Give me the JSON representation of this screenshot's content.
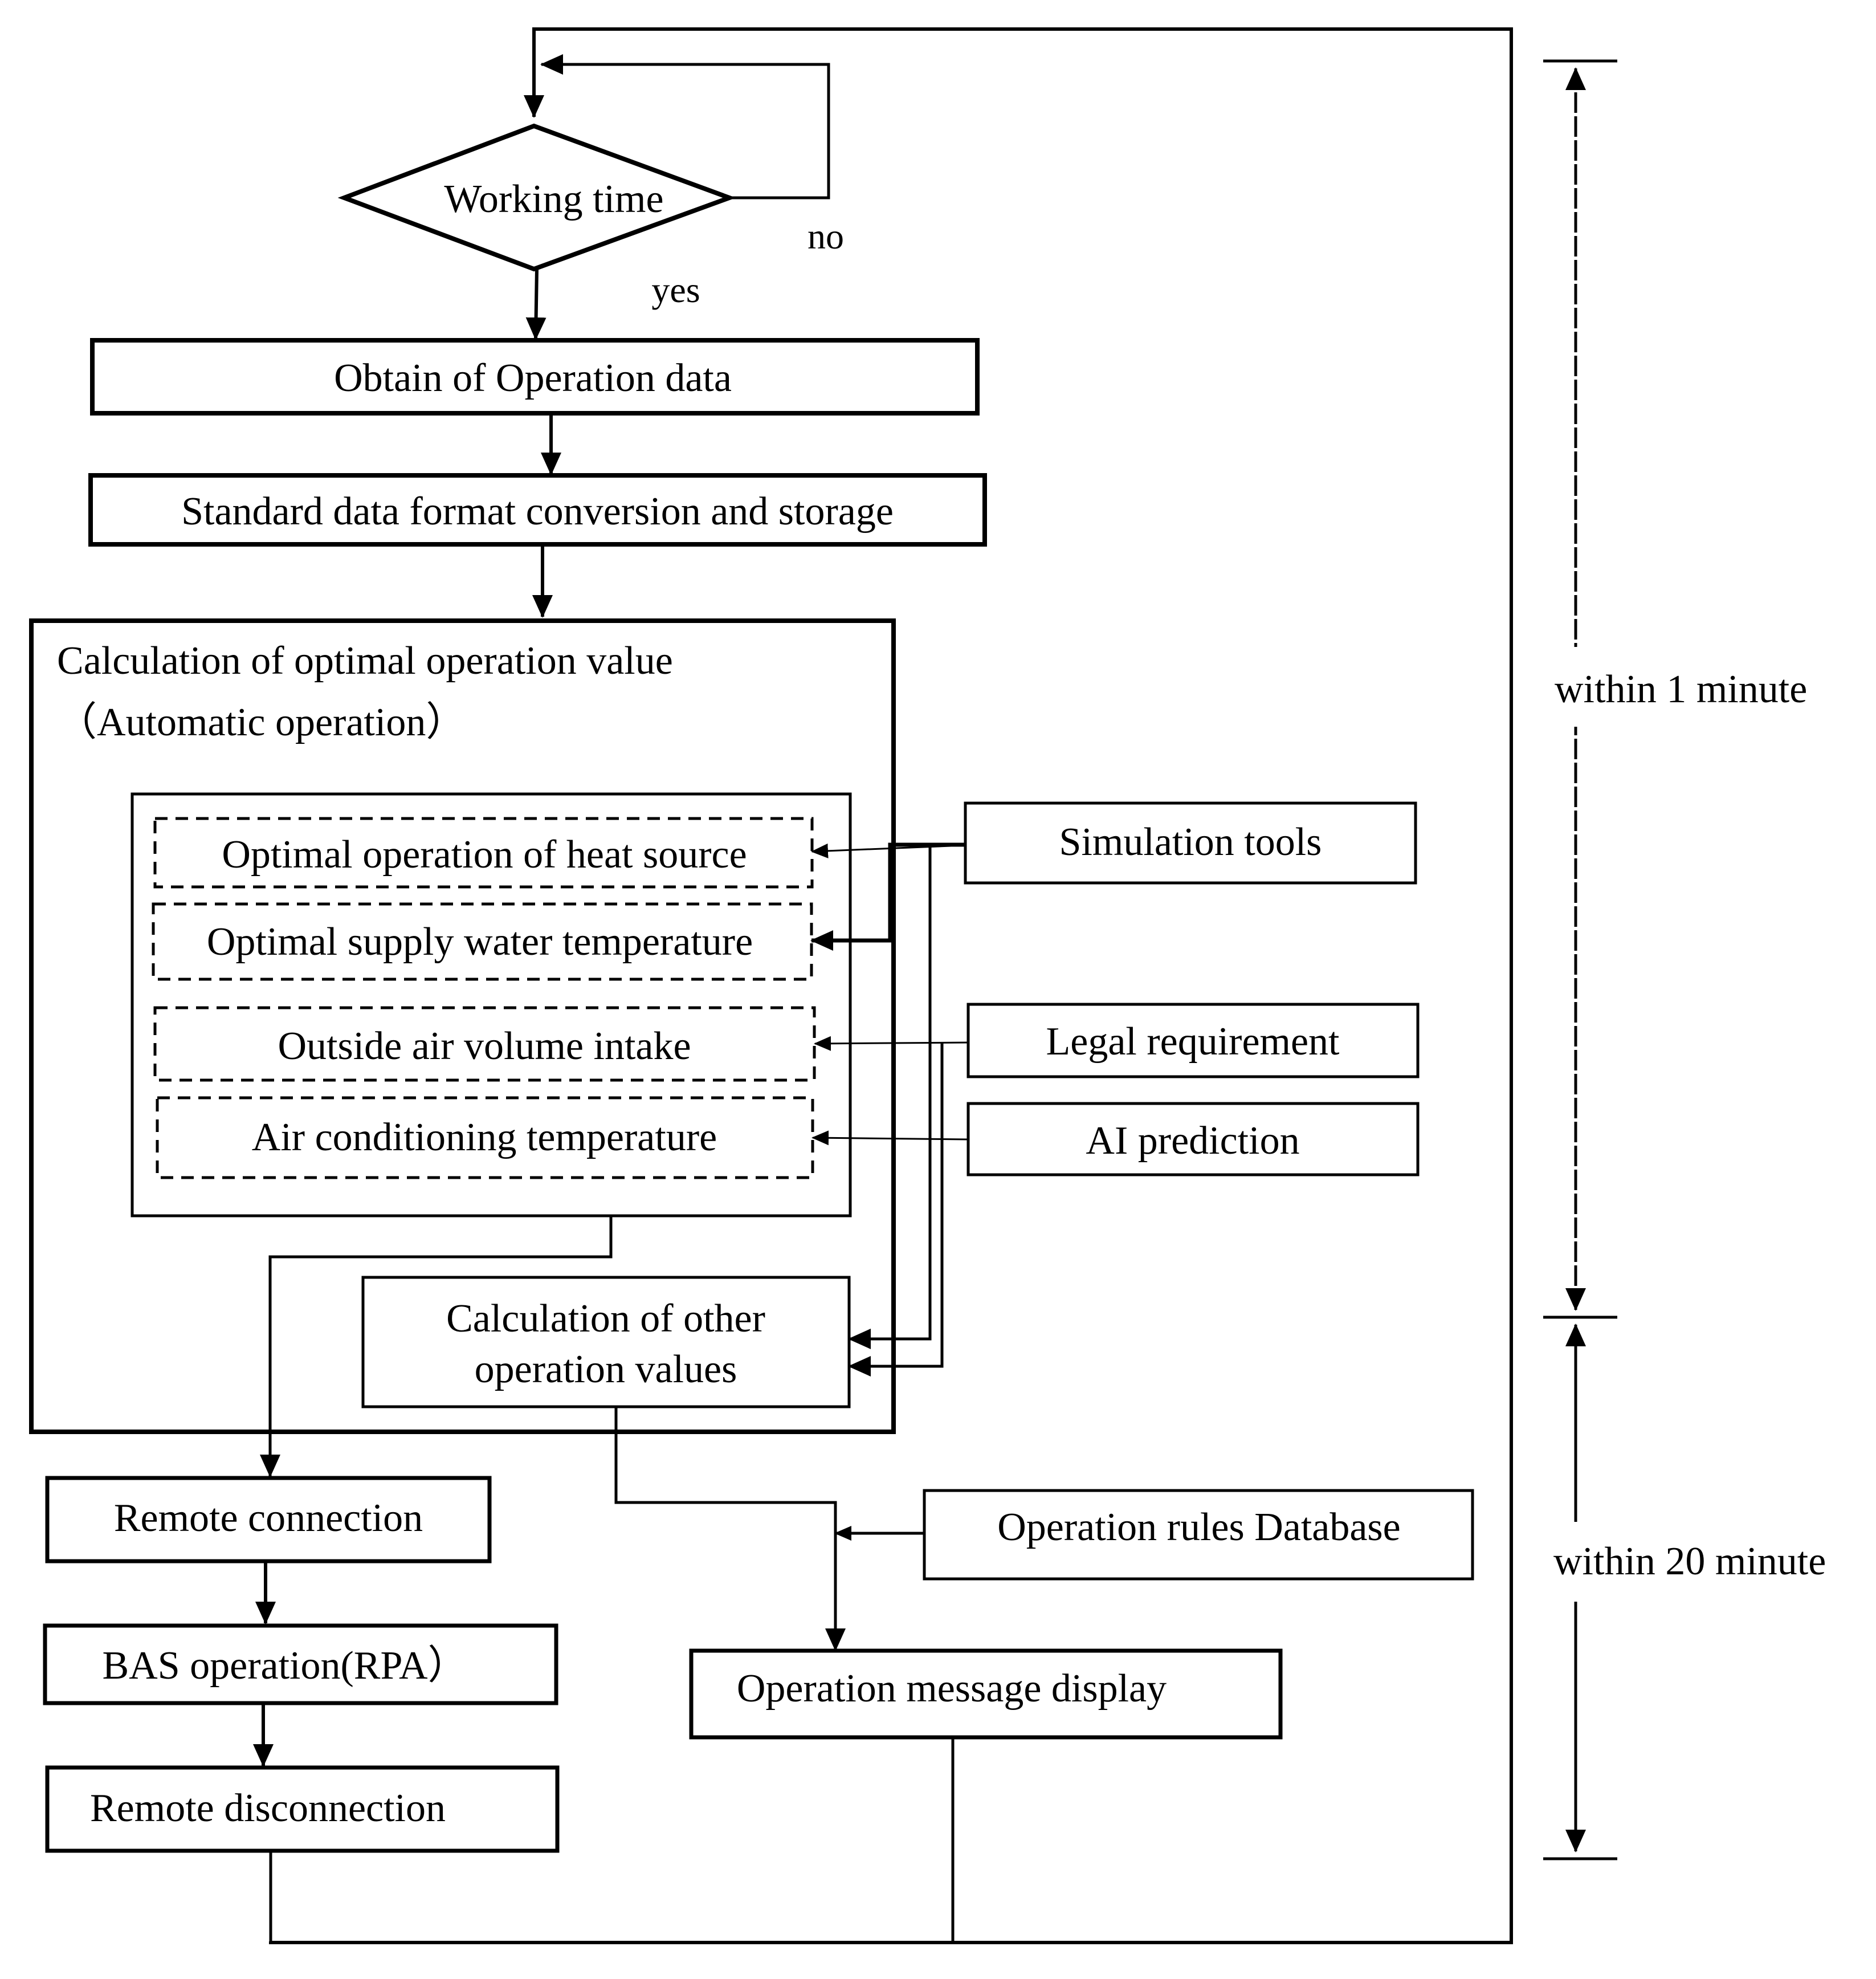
{
  "decision": {
    "label": "Working time",
    "no_label": "no",
    "yes_label": "yes"
  },
  "steps": {
    "obtain": "Obtain of Operation data",
    "convert": "Standard data format conversion and storage",
    "calc_title": "Calculation of optimal operation value",
    "calc_subtitle": "（Automatic operation）",
    "heat_source": "Optimal operation of heat source",
    "supply_water": "Optimal supply water temperature",
    "outside_air": "Outside air volume intake",
    "air_cond": "Air conditioning temperature",
    "other_line1": "Calculation of other",
    "other_line2": "operation values",
    "remote_connect": "Remote connection",
    "bas": "BAS operation(RPA）",
    "remote_disconnect": "Remote disconnection",
    "message_display": "Operation message display"
  },
  "inputs": {
    "simulation": "Simulation tools",
    "legal": "Legal requirement",
    "ai": "AI prediction",
    "rules_db": "Operation rules Database"
  },
  "timing": {
    "one_minute": "within 1 minute",
    "twenty_minute": "within 20 minute"
  }
}
